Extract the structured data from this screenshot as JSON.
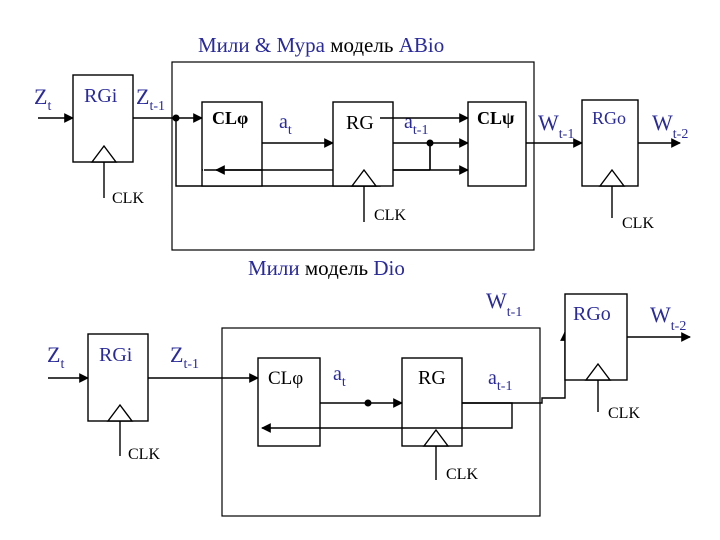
{
  "top": {
    "title_a": "Мили & Мура",
    "title_b": " модель ",
    "title_c": "ABio",
    "z_in": "Z",
    "z_in_sub": "t",
    "rgi": "RGi",
    "z_out": "Z",
    "z_out_sub": "t-1",
    "clphi": "CLφ",
    "a_t": "a",
    "a_t_sub": "t",
    "rg": "RG",
    "a_t1": "a",
    "a_t1_sub": "t-1",
    "clpsi": "CLψ",
    "w1": "W",
    "w1_sub": "t-1",
    "rgo": "RGo",
    "w2": "W",
    "w2_sub": "t-2",
    "clk": "CLK"
  },
  "bottom": {
    "title_a": "Мили",
    "title_b": " модель ",
    "title_c": "Dio",
    "z_in": "Z",
    "z_in_sub": "t",
    "rgi": "RGi",
    "z_out": "Z",
    "z_out_sub": "t-1",
    "clphi": "CLφ",
    "a_t": "a",
    "a_t_sub": "t",
    "rg": "RG",
    "a_t1": "a",
    "a_t1_sub": "t-1",
    "w1": "W",
    "w1_sub": "t-1",
    "rgo": "RGo",
    "w2": "W",
    "w2_sub": "t-2",
    "clk": "CLK"
  },
  "colors": {
    "label": "#2a2a9a",
    "line": "#000000"
  }
}
